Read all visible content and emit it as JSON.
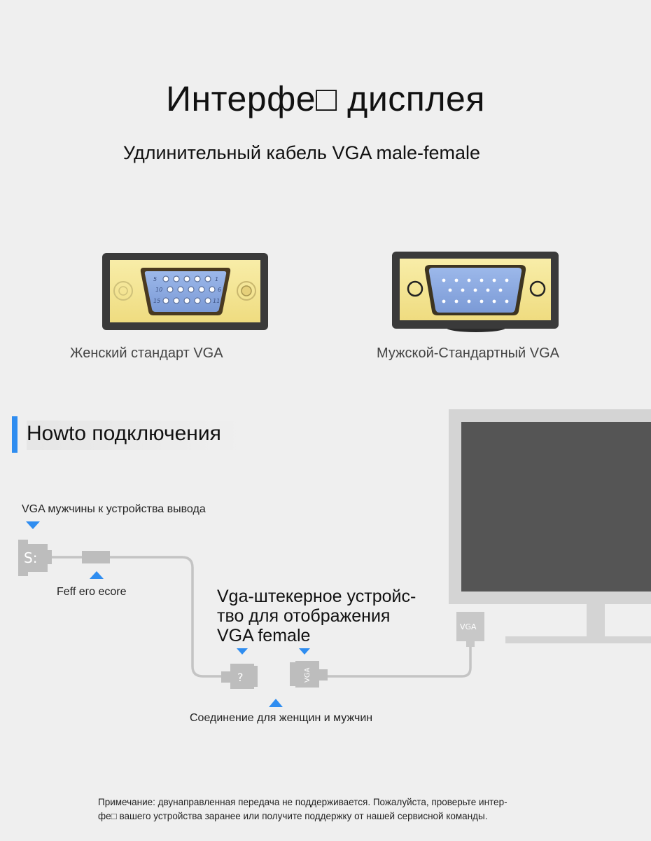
{
  "header": {
    "title": "Интерфе□ дисплея",
    "subtitle": "Удлинительный кабель VGA male-female"
  },
  "connectors": {
    "female": {
      "label": "Женский стандарт VGA",
      "pin_numbers": [
        "5",
        "10",
        "15",
        "1",
        "6",
        "11"
      ]
    },
    "male": {
      "label": "Мужской-Стандартный VGA"
    }
  },
  "section": {
    "title": "Howto подключения"
  },
  "diagram": {
    "vga_male_output_label": "VGA мужчины к устройства вывода",
    "ferrite_label": "Feff его ecore",
    "display_device_label_lines": [
      "Vga-штекерное устройс-",
      "тво для отображения",
      "VGA female"
    ],
    "junction_label": "Соединение для женщин и мужчин",
    "plug_marks": {
      "source": "S:",
      "female_plug": "?",
      "male_plug": "VGA",
      "monitor_port": "VGA"
    }
  },
  "footnote": {
    "lines": [
      "Примечание: двунаправленная передача не поддерживается. Пожалуйста, проверьте интер-",
      "фе□ вашего устройства заранее или получите поддержку от нашей сервисной команды."
    ]
  },
  "colors": {
    "accent": "#2f8df0",
    "connector_gold": "#f5e79a",
    "connector_pins_blue": "#86a8e0",
    "monitor_frame": "#d2d2d2",
    "monitor_screen": "#555555"
  }
}
